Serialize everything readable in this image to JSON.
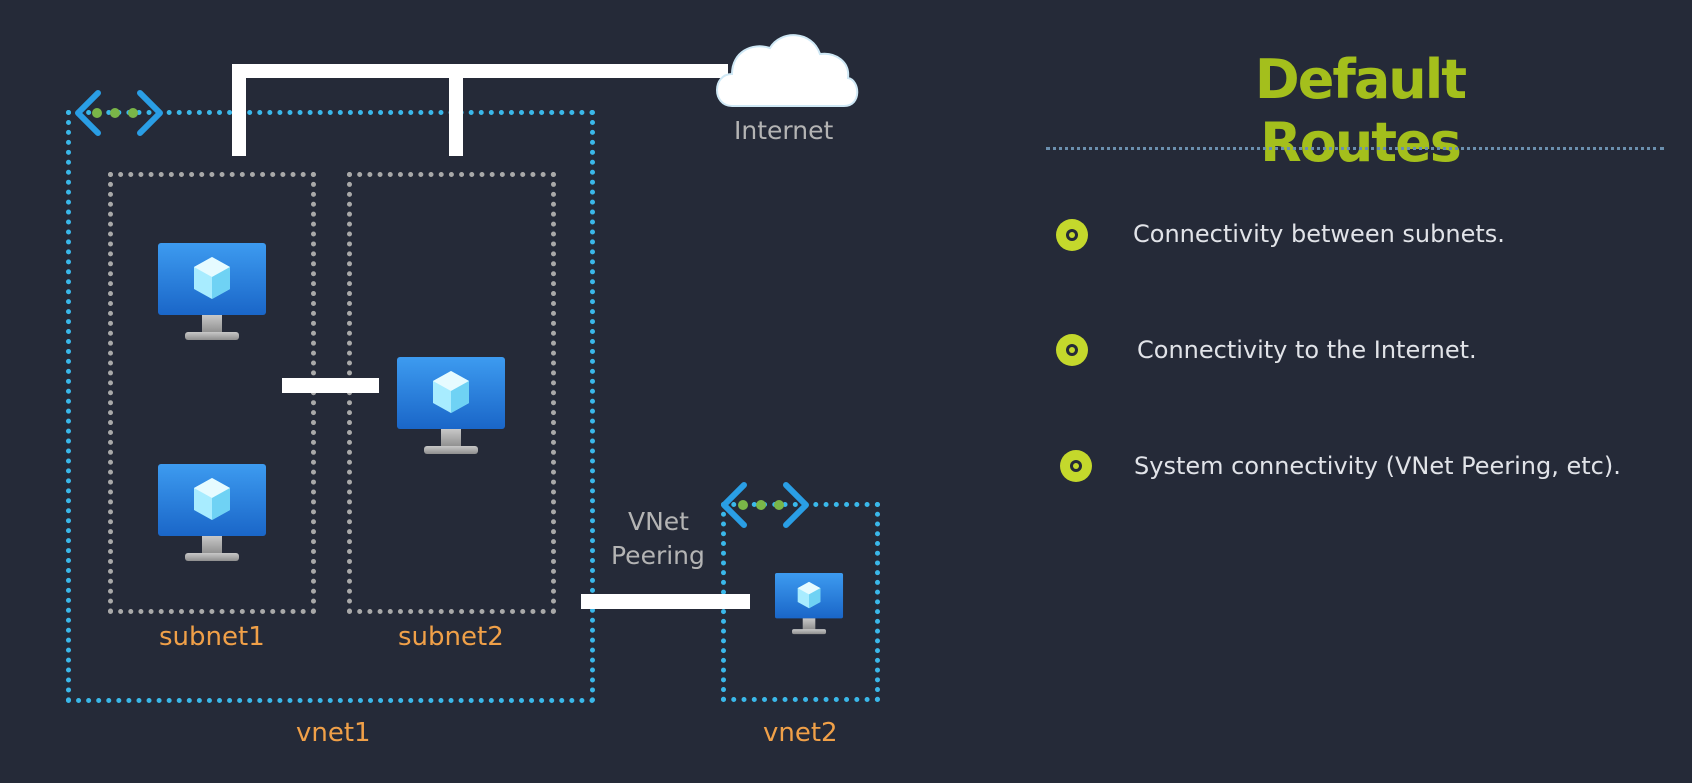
{
  "diagram": {
    "internet_label": "Internet",
    "peering_label_line1": "VNet",
    "peering_label_line2": "Peering",
    "subnet1_label": "subnet1",
    "subnet2_label": "subnet2",
    "vnet1_label": "vnet1",
    "vnet2_label": "vnet2",
    "colors": {
      "vnet_border": "#3ab8ea",
      "subnet_border": "#a9a9a9",
      "label_orange": "#f0a048",
      "connector": "#ffffff"
    },
    "icons": [
      "virtual-network-icon",
      "virtual-machine-icon",
      "cloud-icon"
    ]
  },
  "panel": {
    "title": "Default Routes",
    "bullets": [
      {
        "text": "Connectivity between subnets."
      },
      {
        "text": "Connectivity to the Internet."
      },
      {
        "text": "System connectivity (VNet Peering, etc)."
      }
    ],
    "colors": {
      "title": "#a4bf1c",
      "bullet": "#c4d82c",
      "text": "#e1e3e8"
    }
  }
}
